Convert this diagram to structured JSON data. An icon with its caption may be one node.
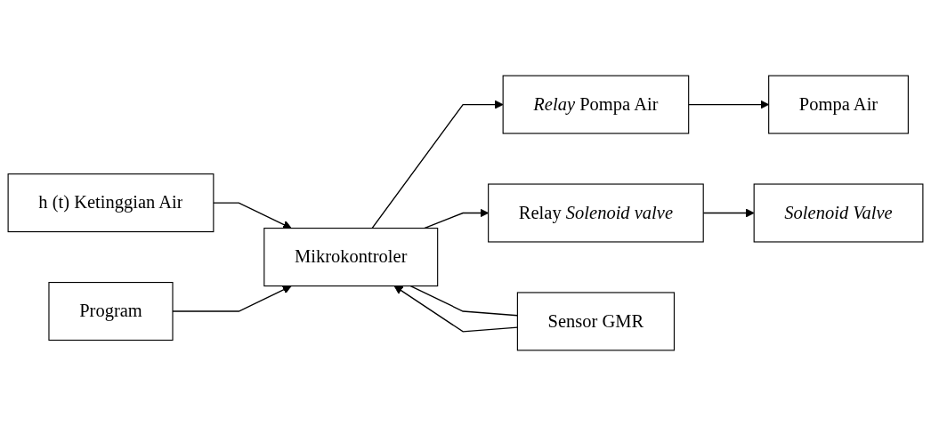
{
  "diagram": {
    "nodes": [
      {
        "text": [
          "Program"
        ]
      },
      {
        "text": [
          "h (t) Ketinggian Air"
        ]
      },
      {
        "text": [
          "Mikrokontroler"
        ]
      },
      {
        "text": [
          "*Relay* Pompa Air"
        ]
      },
      {
        "text": [
          "Pompa Air"
        ]
      },
      {
        "text": [
          "Relay *Solenoid valve*"
        ]
      },
      {
        "text": [
          "Solenoid Valve"
        ]
      },
      {
        "text": [
          "Sensor GMR"
        ]
      }
    ],
    "edges": [
      {
        "from": 1,
        "to": 2,
        "arrow": "to"
      },
      {
        "from": 0,
        "to": 2,
        "arrow": "to"
      },
      {
        "from": 2,
        "to": 3,
        "arrow": "to"
      },
      {
        "from": 2,
        "to": 5,
        "arrow": "to"
      },
      {
        "from": 3,
        "to": 4,
        "arrow": "to"
      },
      {
        "from": 5,
        "to": 6,
        "arrow": "to"
      },
      {
        "from": 2,
        "to": 7,
        "arrow": "none"
      },
      {
        "from": 7,
        "to": 2,
        "arrow": "to"
      }
    ]
  }
}
